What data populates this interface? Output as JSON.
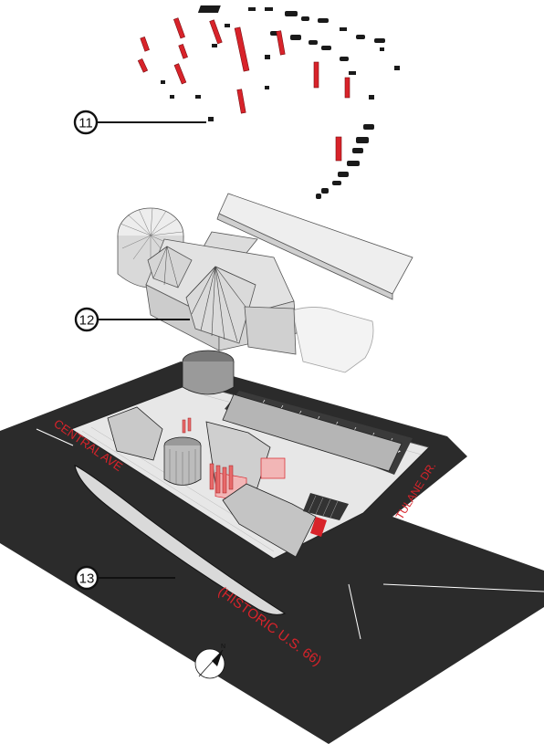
{
  "callouts": [
    {
      "label": "11"
    },
    {
      "label": "12"
    },
    {
      "label": "13"
    }
  ],
  "streets": {
    "central": "CENTRAL AVE",
    "tulane": "TULANE DR.",
    "historic": "(HISTORIC U.S. 66)"
  },
  "compass": {
    "label": "N"
  },
  "colors": {
    "accent_red": "#d8232a",
    "asphalt": "#2b2b2b",
    "glass": "#e6e6e6",
    "ink": "#111111"
  }
}
